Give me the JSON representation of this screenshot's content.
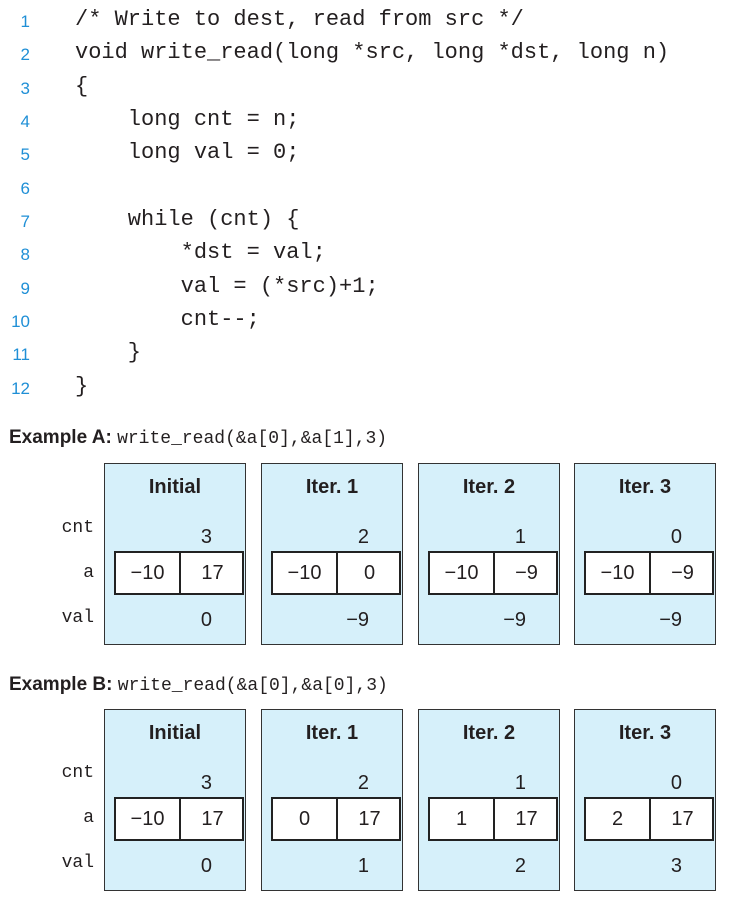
{
  "code": {
    "lines": [
      {
        "num": "1",
        "text": "/* Write to dest, read from src */"
      },
      {
        "num": "2",
        "text": "void write_read(long *src, long *dst, long n)"
      },
      {
        "num": "3",
        "text": "{"
      },
      {
        "num": "4",
        "text": "    long cnt = n;"
      },
      {
        "num": "5",
        "text": "    long val = 0;"
      },
      {
        "num": "6",
        "text": ""
      },
      {
        "num": "7",
        "text": "    while (cnt) {"
      },
      {
        "num": "8",
        "text": "        *dst = val;"
      },
      {
        "num": "9",
        "text": "        val = (*src)+1;"
      },
      {
        "num": "10",
        "text": "        cnt--;"
      },
      {
        "num": "11",
        "text": "    }"
      },
      {
        "num": "12",
        "text": "}"
      }
    ]
  },
  "row_labels": {
    "cnt": "cnt",
    "a": "a",
    "val": "val"
  },
  "examples": [
    {
      "label": "Example A:",
      "call": "write_read(&a[0],&a[1],3)",
      "panels": [
        {
          "title": "Initial",
          "cnt": "3",
          "a0": "−10",
          "a1": "17",
          "val": "0"
        },
        {
          "title": "Iter. 1",
          "cnt": "2",
          "a0": "−10",
          "a1": "0",
          "val": "−9"
        },
        {
          "title": "Iter. 2",
          "cnt": "1",
          "a0": "−10",
          "a1": "−9",
          "val": "−9"
        },
        {
          "title": "Iter. 3",
          "cnt": "0",
          "a0": "−10",
          "a1": "−9",
          "val": "−9"
        }
      ]
    },
    {
      "label": "Example B:",
      "call": "write_read(&a[0],&a[0],3)",
      "panels": [
        {
          "title": "Initial",
          "cnt": "3",
          "a0": "−10",
          "a1": "17",
          "val": "0"
        },
        {
          "title": "Iter. 1",
          "cnt": "2",
          "a0": "0",
          "a1": "17",
          "val": "1"
        },
        {
          "title": "Iter. 2",
          "cnt": "1",
          "a0": "1",
          "a1": "17",
          "val": "2"
        },
        {
          "title": "Iter. 3",
          "cnt": "0",
          "a0": "2",
          "a1": "17",
          "val": "3"
        }
      ]
    }
  ]
}
